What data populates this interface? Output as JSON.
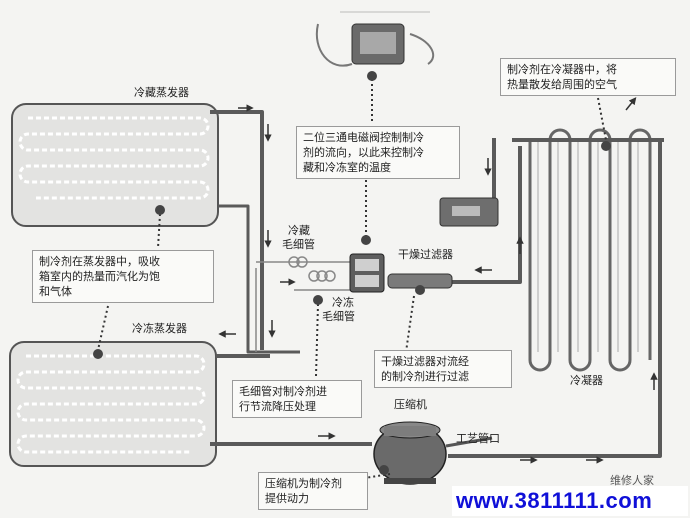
{
  "labels": {
    "fridge_evaporator": "冷藏蒸发器",
    "freezer_evaporator": "冷冻蒸发器",
    "fridge_capillary_1": "冷藏",
    "fridge_capillary_2": "毛细管",
    "freezer_capillary_1": "冷冻",
    "freezer_capillary_2": "毛细管",
    "dryer_filter": "干燥过滤器",
    "condenser": "冷凝器",
    "compressor": "压缩机",
    "process_port": "工艺管口"
  },
  "notes": {
    "solenoid": [
      "二位三通电磁阀控制制冷",
      "剂的流向，以此来控制冷",
      "藏和冷冻室的温度"
    ],
    "condenser": [
      "制冷剂在冷凝器中，将",
      "热量散发给周围的空气"
    ],
    "evaporator": [
      "制冷剂在蒸发器中，吸收",
      "箱室内的热量而汽化为饱",
      "和气体"
    ],
    "filter": [
      "干燥过滤器对流经",
      "的制冷剂进行过滤"
    ],
    "capillary": [
      "毛细管对制冷剂进",
      "行节流降压处理"
    ],
    "compressor": [
      "压缩机为制冷剂",
      "提供动力"
    ]
  },
  "watermark": {
    "brand": "维修人家",
    "url": "www.3811111.com"
  },
  "colors": {
    "pipe": "#5a5a5a",
    "component": "#6e6e6e",
    "evaporator_fill": "#e3e3e1",
    "leader": "#333333",
    "url": "#1010d8"
  }
}
